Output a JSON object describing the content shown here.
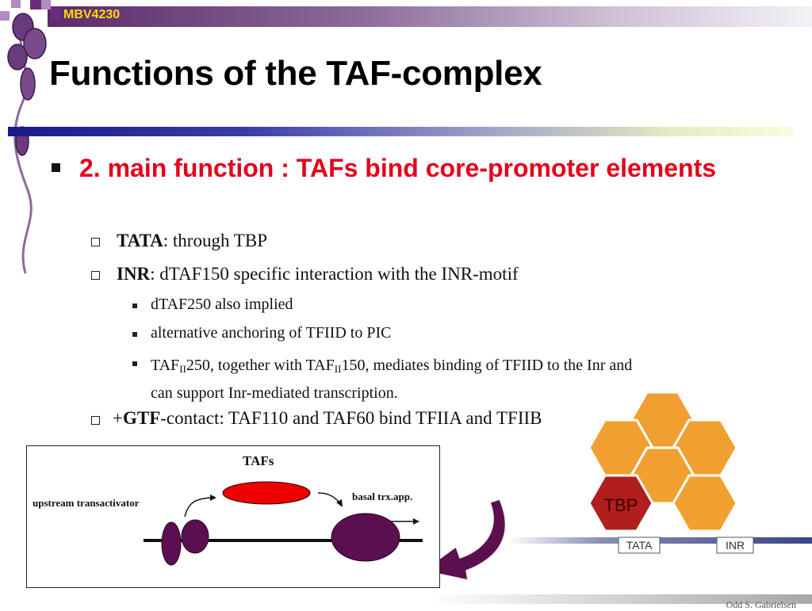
{
  "header": {
    "course_code": "MBV4230"
  },
  "title": "Functions of the TAF-complex",
  "main_bullet": "2. main function : TAFs bind core-promoter elements",
  "items": [
    {
      "bold": "TATA",
      "text": ": through TBP"
    },
    {
      "bold": "INR",
      "text": ": dTAF150 specific interaction with the INR-motif"
    }
  ],
  "subitems": [
    "dTAF250 also implied",
    "alternative anchoring of TFIID to PIC"
  ],
  "taf_item": {
    "p1": "TAF",
    "sub1": "II",
    "p2": "250, together with TAF",
    "sub2": "II",
    "p3": "150, mediates binding of TFIID to the Inr and",
    "line2": "can support Inr-mediated transcription."
  },
  "gtf_item": {
    "prefix": "+",
    "bold": "GTF",
    "text": "-contact: TAF110 and TAF60 bind TFIIA and TFIIB"
  },
  "diagram": {
    "tafs_label": "TAFs",
    "upstream_label": "upstream transactivator",
    "basal_label": "basal trx.app."
  },
  "figure": {
    "tbp_label": "TBP",
    "tata_label": "TATA",
    "inr_label": "INR"
  },
  "footer": {
    "author": "Odd S. Gabrielsen"
  },
  "colors": {
    "accent_red": "#e4001b",
    "purple": "#6b2d7b",
    "hex_orange": "#f0a030",
    "tbp_red": "#b01e1e"
  }
}
